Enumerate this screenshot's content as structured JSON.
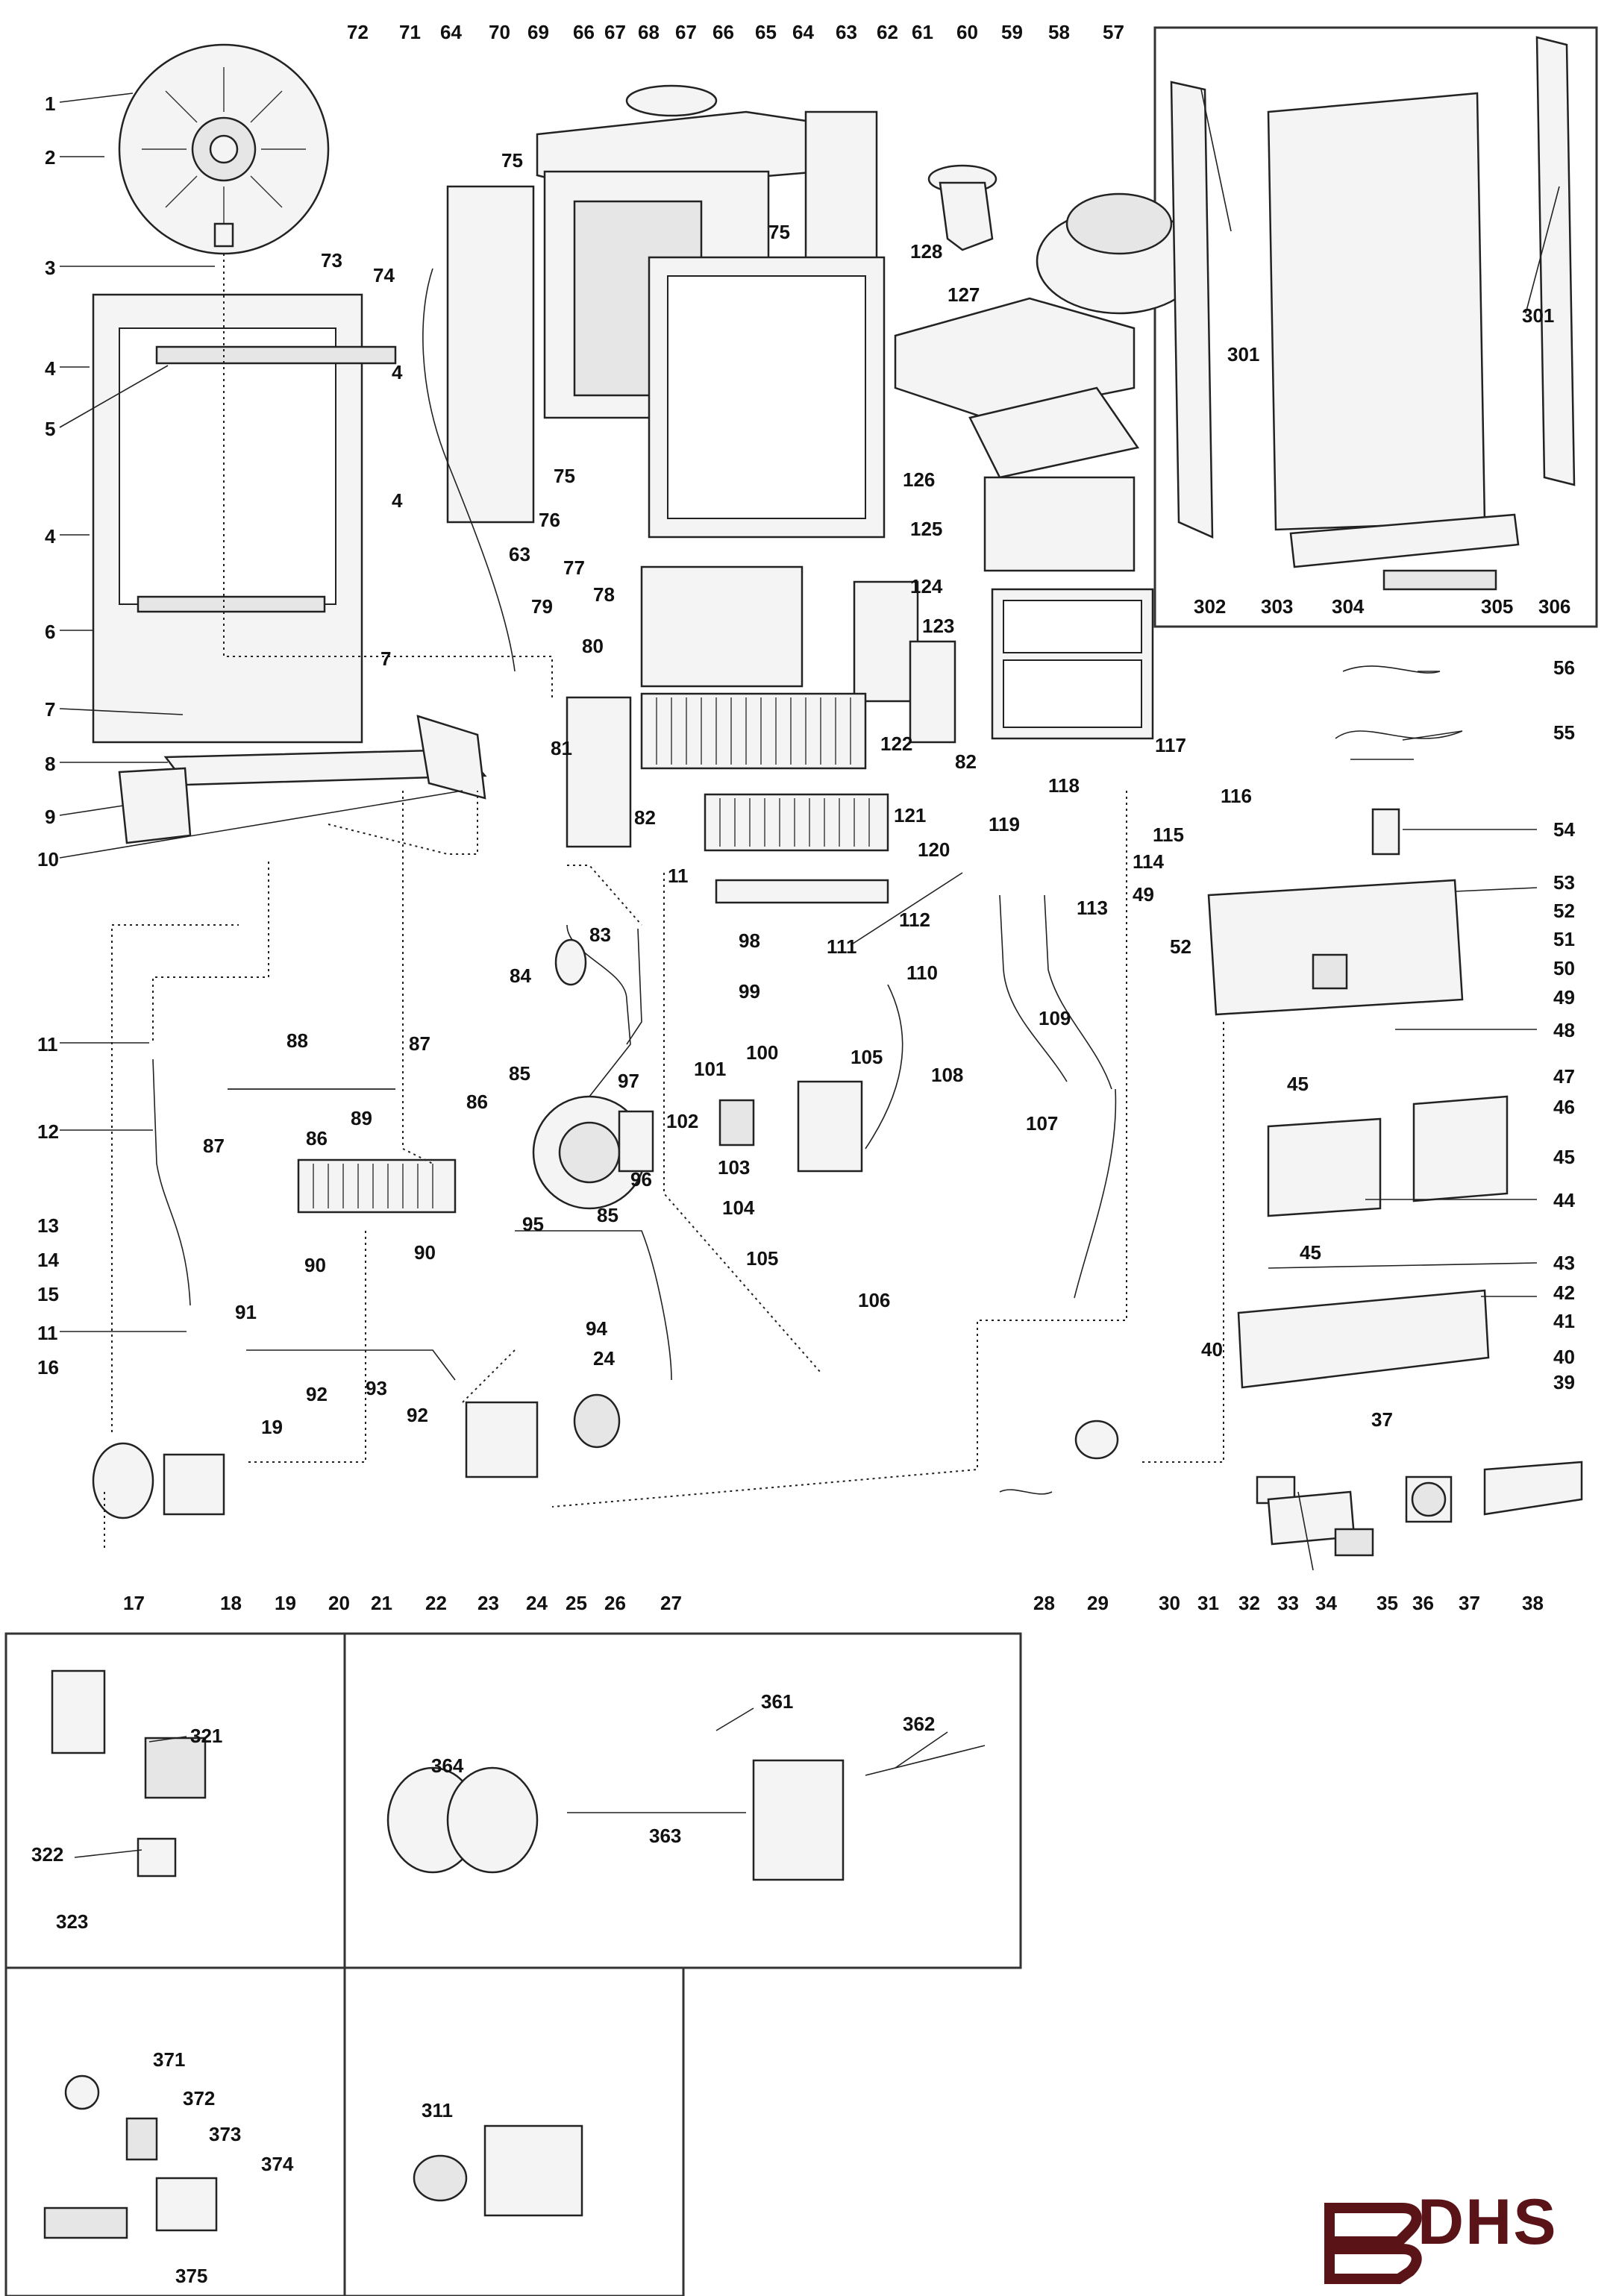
{
  "brand": {
    "logo_text": "DHS",
    "logo_color": "#5a1418"
  },
  "labels": {
    "l1": "1",
    "l2": "2",
    "l3": "3",
    "l4": "4",
    "l5": "5",
    "l6": "6",
    "l7": "7",
    "l8": "8",
    "l9": "9",
    "l10": "10",
    "l11": "11",
    "l12": "12",
    "l13": "13",
    "l14": "14",
    "l15": "15",
    "l16": "16",
    "l17": "17",
    "l18": "18",
    "l19": "19",
    "l20": "20",
    "l21": "21",
    "l22": "22",
    "l23": "23",
    "l24": "24",
    "l25": "25",
    "l26": "26",
    "l27": "27",
    "l28": "28",
    "l29": "29",
    "l30": "30",
    "l31": "31",
    "l32": "32",
    "l33": "33",
    "l34": "34",
    "l35": "35",
    "l36": "36",
    "l37": "37",
    "l38": "38",
    "l39": "39",
    "l40": "40",
    "l41": "41",
    "l42": "42",
    "l43": "43",
    "l44": "44",
    "l45": "45",
    "l46": "46",
    "l47": "47",
    "l48": "48",
    "l49": "49",
    "l50": "50",
    "l51": "51",
    "l52": "52",
    "l53": "53",
    "l54": "54",
    "l55": "55",
    "l56": "56",
    "l57": "57",
    "l58": "58",
    "l59": "59",
    "l60": "60",
    "l61": "61",
    "l62": "62",
    "l63": "63",
    "l64": "64",
    "l65": "65",
    "l66": "66",
    "l67": "67",
    "l68": "68",
    "l69": "69",
    "l70": "70",
    "l71": "71",
    "l72": "72",
    "l73": "73",
    "l74": "74",
    "l75": "75",
    "l76": "76",
    "l77": "77",
    "l78": "78",
    "l79": "79",
    "l80": "80",
    "l81": "81",
    "l82": "82",
    "l83": "83",
    "l84": "84",
    "l85": "85",
    "l86": "86",
    "l87": "87",
    "l88": "88",
    "l89": "89",
    "l90": "90",
    "l91": "91",
    "l92": "92",
    "l93": "93",
    "l94": "94",
    "l95": "95",
    "l96": "96",
    "l97": "97",
    "l98": "98",
    "l99": "99",
    "l100": "100",
    "l101": "101",
    "l102": "102",
    "l103": "103",
    "l104": "104",
    "l105": "105",
    "l106": "106",
    "l107": "107",
    "l108": "108",
    "l109": "109",
    "l110": "110",
    "l111": "111",
    "l112": "112",
    "l113": "113",
    "l114": "114",
    "l115": "115",
    "l116": "116",
    "l117": "117",
    "l118": "118",
    "l119": "119",
    "l120": "120",
    "l121": "121",
    "l122": "122",
    "l123": "123",
    "l124": "124",
    "l125": "125",
    "l126": "126",
    "l127": "127",
    "l128": "128",
    "l301": "301",
    "l302": "302",
    "l303": "303",
    "l304": "304",
    "l305": "305",
    "l306": "306",
    "l311": "311",
    "l321": "321",
    "l322": "322",
    "l323": "323",
    "l361": "361",
    "l362": "362",
    "l363": "363",
    "l364": "364",
    "l371": "371",
    "l372": "372",
    "l373": "373",
    "l374": "374",
    "l375": "375"
  }
}
